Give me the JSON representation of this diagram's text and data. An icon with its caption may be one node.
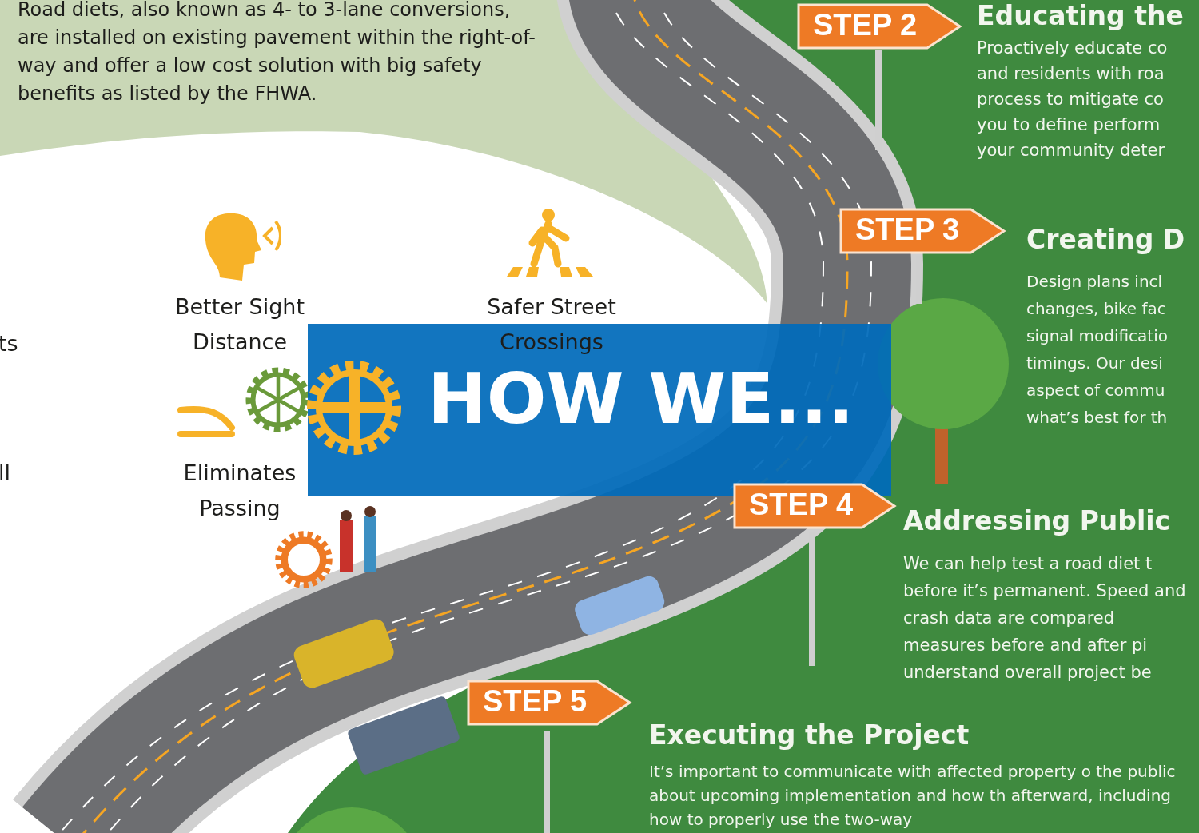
{
  "diagram": {
    "title": "HOW WE...",
    "nodes": [
      {
        "text": [
          "STEP 2"
        ]
      },
      {
        "text": [
          "STEP 3"
        ]
      },
      {
        "text": [
          "STEP 4"
        ]
      },
      {
        "text": [
          "STEP 5"
        ]
      }
    ],
    "labels": [
      "Road diets, also known as 4- to 3-lane conversions, are installed on existing pavement within the right-of-way and offer a low cost solution with big safety benefits as listed by the FHWA.",
      "Educating the",
      "Proactively educate co and residents with roa process to mitigate co you to define perform your community deter",
      "ts",
      "Better Sight Distance",
      "Safer Street Crossings",
      "Creating D",
      "Design plans incl changes, bike fac signal modificatio timings. Our desi aspect of commu what’s best for th",
      "ll",
      "Eliminates Passing",
      "Addressing Public",
      "We can help test a road diet t before it’s permanent. Speed and crash data are compared measures before and after pi understand overall project be",
      "Executing the Project",
      "It’s important to communicate with affected property o the public about upcoming implementation and how th afterward, including how to properly use the two-way"
    ]
  }
}
